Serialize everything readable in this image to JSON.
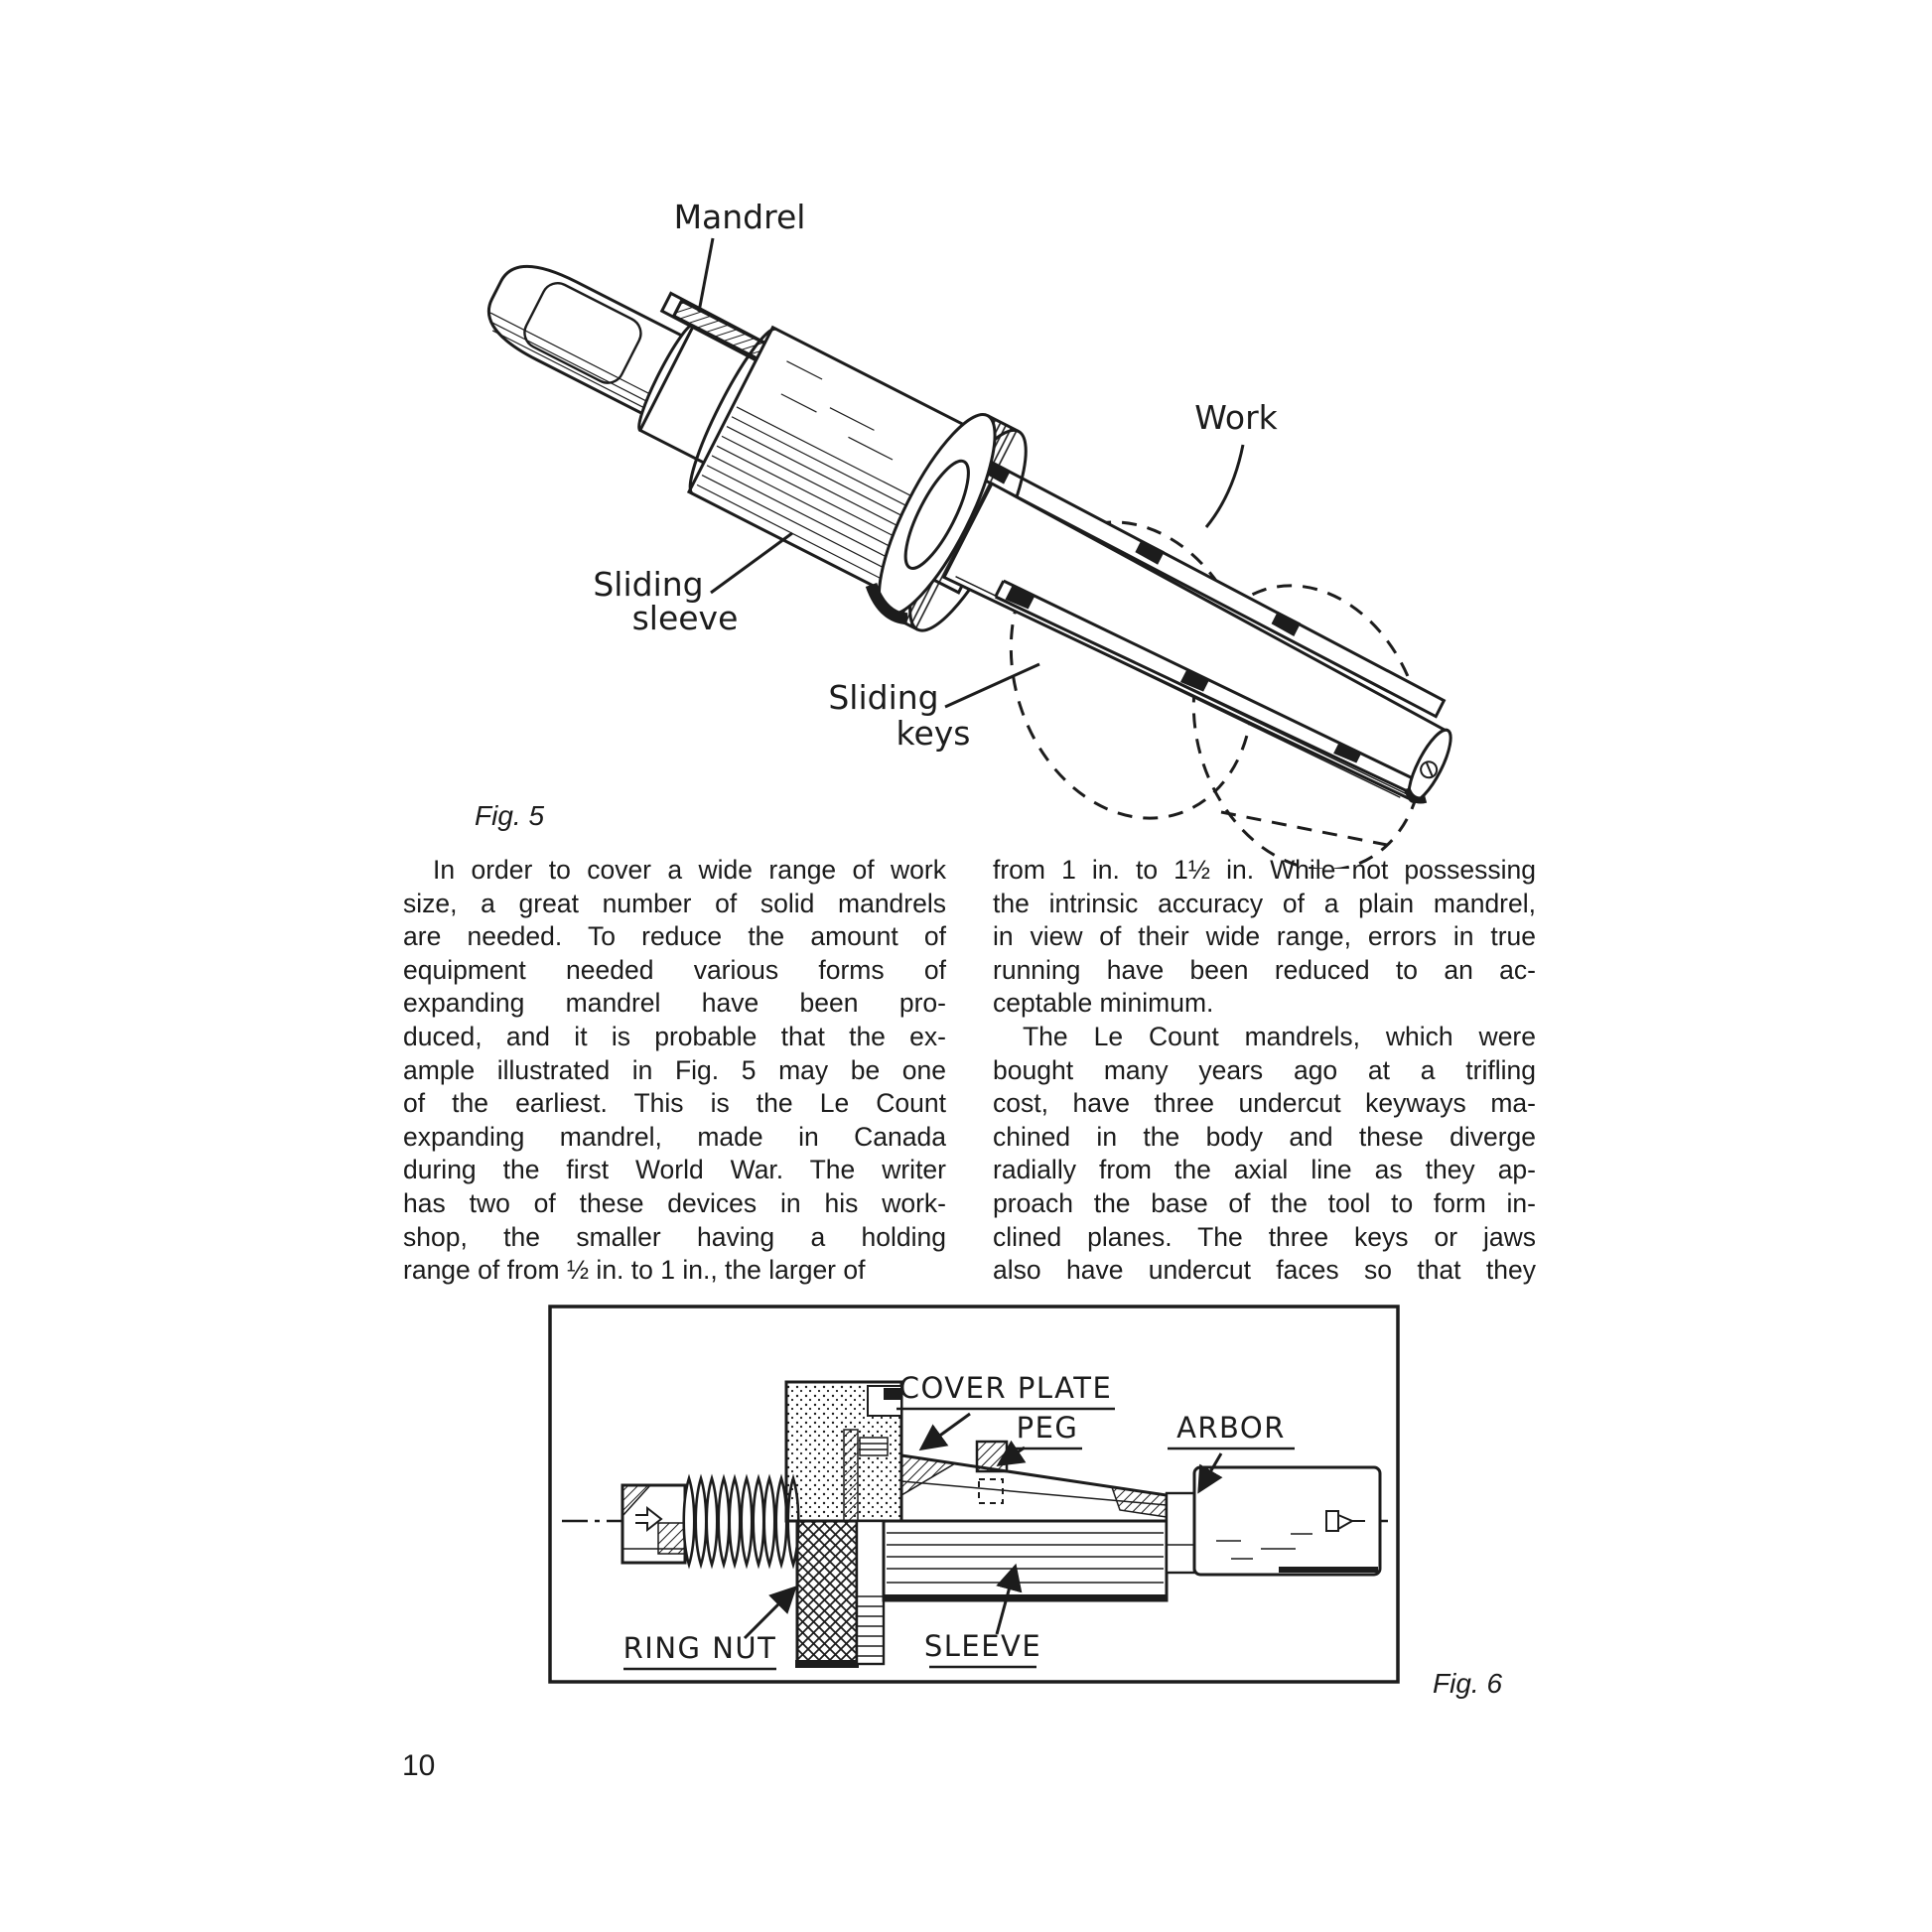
{
  "page": {
    "number": "10"
  },
  "figure5": {
    "caption": "Fig. 5",
    "labels": {
      "mandrel": "Mandrel",
      "work": "Work",
      "sliding_sleeve_line1": "Sliding",
      "sliding_sleeve_line2": "sleeve",
      "sliding_keys_line1": "Sliding",
      "sliding_keys_line2": "keys"
    }
  },
  "figure6": {
    "caption": "Fig. 6",
    "labels": {
      "cover_plate": "COVER PLATE",
      "peg": "PEG",
      "arbor": "ARBOR",
      "ring_nut": "RING NUT",
      "sleeve": "SLEEVE"
    }
  },
  "columns": {
    "left": {
      "lines": [
        "In order to cover a wide range of work",
        "size, a great number of solid mandrels",
        "are needed. To reduce the amount of",
        "equipment needed various forms of",
        "expanding mandrel have been pro-",
        "duced, and it is probable that the ex-",
        "ample illustrated in Fig. 5 may be one",
        "of the earliest. This is the Le Count",
        "expanding mandrel, made in Canada",
        "during the first World War. The writer",
        "has two of these devices in his work-",
        "shop, the smaller having a holding",
        "range of from ½ in. to 1 in., the larger of"
      ]
    },
    "right": {
      "lines": [
        "from 1 in. to 1½ in. While not possessing",
        "the intrinsic accuracy of a plain mandrel,",
        "in view of their wide range, errors in true",
        "running have been reduced to an ac-",
        "ceptable minimum.",
        "The Le Count mandrels, which were",
        "bought many years ago at a trifling",
        "cost, have three undercut keyways ma-",
        "chined in the body and these diverge",
        "radially from the axial line as they ap-",
        "proach the base of the tool to form in-",
        "clined planes. The three keys or jaws",
        "also have undercut faces so that they"
      ]
    }
  }
}
